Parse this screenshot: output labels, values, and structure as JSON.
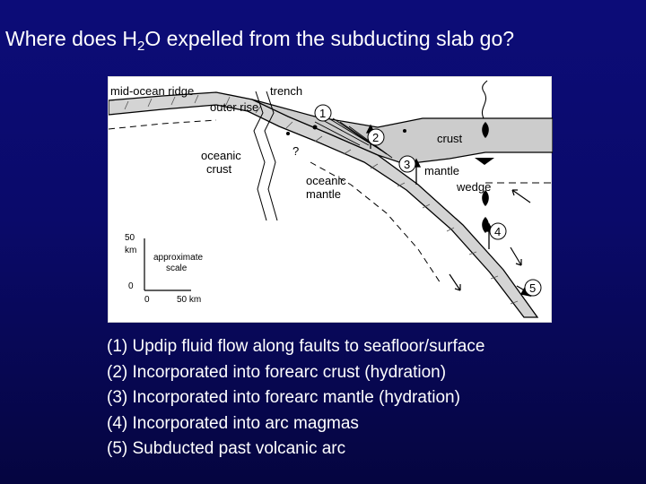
{
  "title": {
    "prefix": "Where does H",
    "subscript": "2",
    "suffix": "O expelled from the subducting slab go?"
  },
  "diagram": {
    "labels": {
      "mid_ocean_ridge": "mid-ocean ridge",
      "trench": "trench",
      "outer_rise": "outer rise",
      "oceanic_crust": [
        "oceanic",
        "crust"
      ],
      "question_mark": "?",
      "oceanic_mantle": [
        "oceanic",
        "mantle"
      ],
      "crust": "crust",
      "mantle_wedge": [
        "mantle",
        "wedge"
      ]
    },
    "markers": [
      "1",
      "2",
      "3",
      "4",
      "5"
    ],
    "scale": {
      "vertical_top": "50",
      "vertical_unit": "km",
      "vertical_zero": "0",
      "horizontal_zero": "0",
      "horizontal_label": "50 km",
      "caption": [
        "approximate",
        "scale"
      ]
    }
  },
  "items": [
    "(1) Updip fluid flow along faults to seafloor/surface",
    "(2) Incorporated into forearc crust (hydration)",
    "(3) Incorporated into forearc mantle (hydration)",
    "(4) Incorporated into arc magmas",
    "(5) Subducted past volcanic arc"
  ],
  "colors": {
    "background": "#0a0a6a",
    "text": "#ffffff",
    "crust_fill": "#cccccc",
    "slab_fill": "#d4d4d4"
  }
}
